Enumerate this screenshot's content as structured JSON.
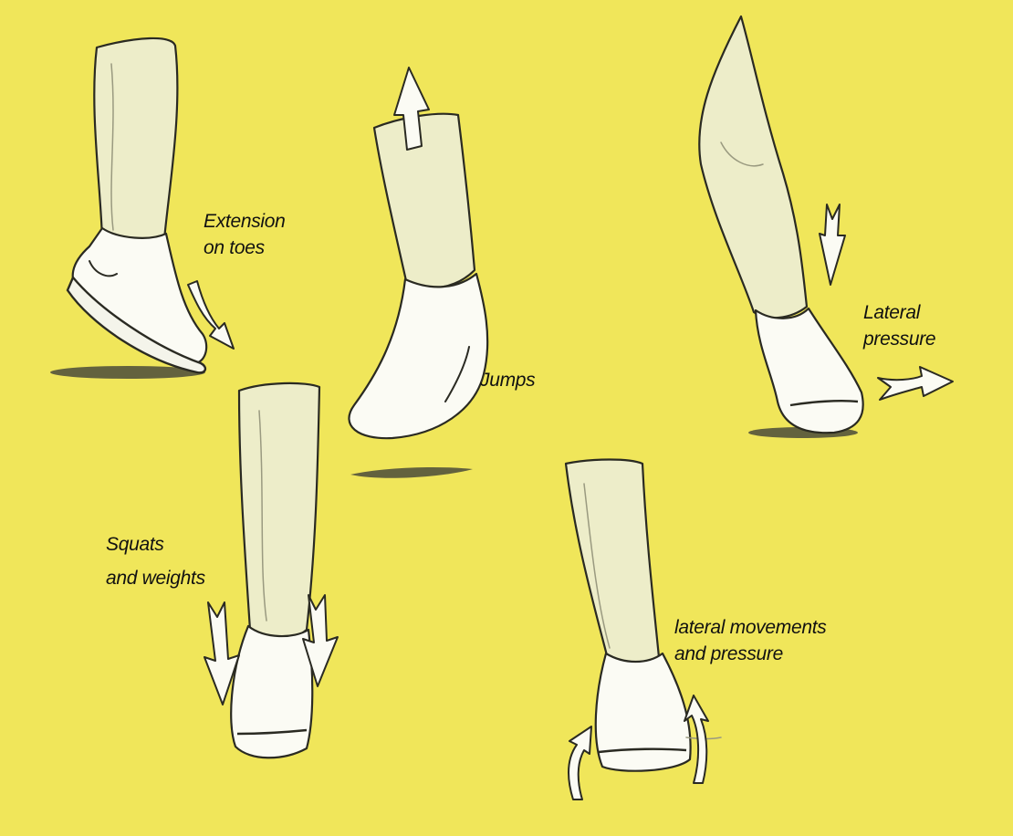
{
  "background_color": "#f0e65a",
  "ink_color": "#2a2a22",
  "labels": {
    "extension": [
      "Extension",
      "on toes"
    ],
    "jumps": [
      "Jumps"
    ],
    "lateral_pressure": [
      "Lateral",
      "pressure"
    ],
    "squats": [
      "Squats",
      "and weights"
    ],
    "lateral_movements": [
      "lateral movements",
      "and pressure"
    ]
  }
}
